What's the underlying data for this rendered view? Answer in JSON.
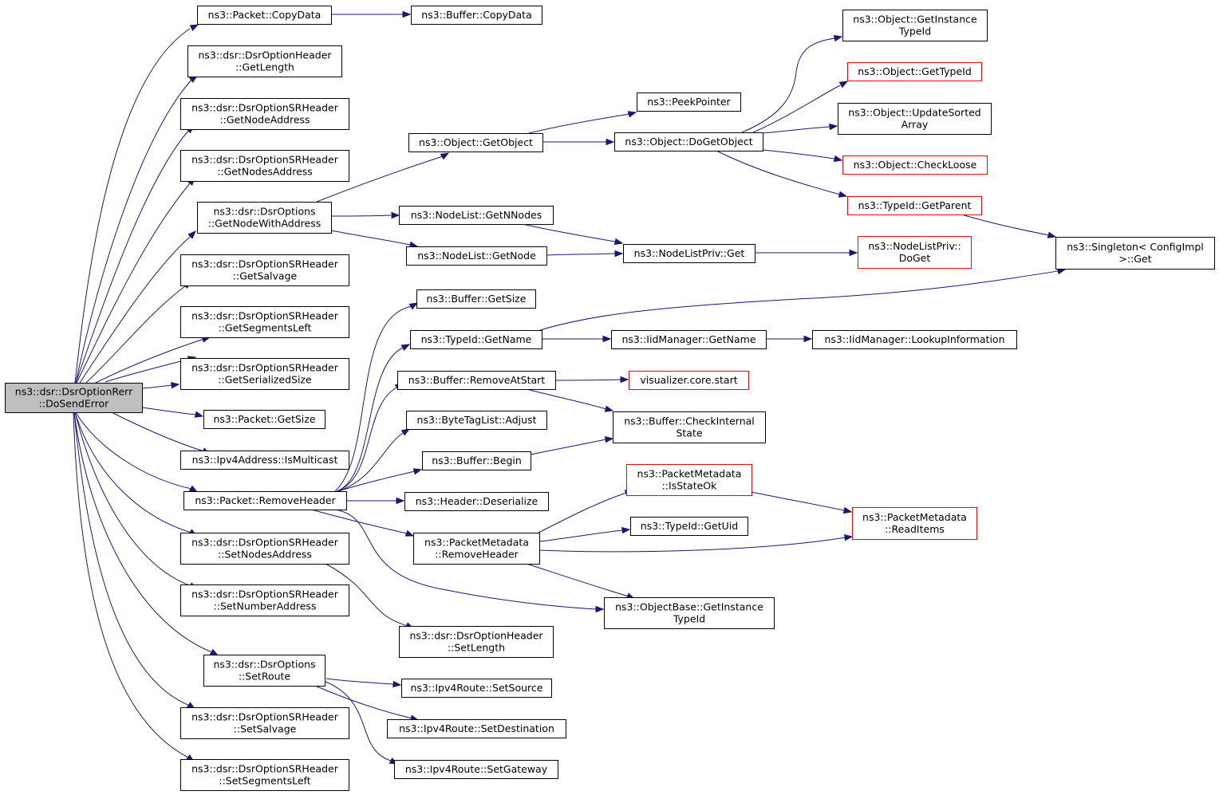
{
  "colors": {
    "edge": "#191970",
    "root_fill": "#bfbfbf",
    "node_border": "#000000",
    "truncated_border": "#ff0000"
  },
  "nodes": {
    "root": [
      "ns3::dsr::DsrOptionRerr",
      "::DoSendError"
    ],
    "copydata": [
      "ns3::Packet::CopyData"
    ],
    "hdr_getlength": [
      "ns3::dsr::DsrOptionHeader",
      "::GetLength"
    ],
    "getnodeaddress": [
      "ns3::dsr::DsrOptionSRHeader",
      "::GetNodeAddress"
    ],
    "getnodesaddress": [
      "ns3::dsr::DsrOptionSRHeader",
      "::GetNodesAddress"
    ],
    "getnodewithaddress": [
      "ns3::dsr::DsrOptions",
      "::GetNodeWithAddress"
    ],
    "getsalvage": [
      "ns3::dsr::DsrOptionSRHeader",
      "::GetSalvage"
    ],
    "getsegmentsleft": [
      "ns3::dsr::DsrOptionSRHeader",
      "::GetSegmentsLeft"
    ],
    "getserializedsize": [
      "ns3::dsr::DsrOptionSRHeader",
      "::GetSerializedSize"
    ],
    "packet_getsize": [
      "ns3::Packet::GetSize"
    ],
    "ismulticast": [
      "ns3::Ipv4Address::IsMulticast"
    ],
    "packet_removeheader": [
      "ns3::Packet::RemoveHeader"
    ],
    "setnodesaddress": [
      "ns3::dsr::DsrOptionSRHeader",
      "::SetNodesAddress"
    ],
    "setnumberaddress": [
      "ns3::dsr::DsrOptionSRHeader",
      "::SetNumberAddress"
    ],
    "setroute": [
      "ns3::dsr::DsrOptions",
      "::SetRoute"
    ],
    "setsalvage": [
      "ns3::dsr::DsrOptionSRHeader",
      "::SetSalvage"
    ],
    "setsegmentsleft": [
      "ns3::dsr::DsrOptionSRHeader",
      "::SetSegmentsLeft"
    ],
    "buffer_copydata": [
      "ns3::Buffer::CopyData"
    ],
    "object_getobject": [
      "ns3::Object::GetObject"
    ],
    "nodelist_getnnodes": [
      "ns3::NodeList::GetNNodes"
    ],
    "nodelist_getnode": [
      "ns3::NodeList::GetNode"
    ],
    "buffer_getsize": [
      "ns3::Buffer::GetSize"
    ],
    "typeid_getname": [
      "ns3::TypeId::GetName"
    ],
    "buffer_removeatstart": [
      "ns3::Buffer::RemoveAtStart"
    ],
    "bytetaglist_adjust": [
      "ns3::ByteTagList::Adjust"
    ],
    "buffer_begin": [
      "ns3::Buffer::Begin"
    ],
    "header_deserialize": [
      "ns3::Header::Deserialize"
    ],
    "pm_removeheader": [
      "ns3::PacketMetadata",
      "::RemoveHeader"
    ],
    "hdr_setlength": [
      "ns3::dsr::DsrOptionHeader",
      "::SetLength"
    ],
    "ipv4route_setsource": [
      "ns3::Ipv4Route::SetSource"
    ],
    "ipv4route_setdestination": [
      "ns3::Ipv4Route::SetDestination"
    ],
    "ipv4route_setgateway": [
      "ns3::Ipv4Route::SetGateway"
    ],
    "peekpointer": [
      "ns3::PeekPointer"
    ],
    "object_dogetobject": [
      "ns3::Object::DoGetObject"
    ],
    "nodelistpriv_get": [
      "ns3::NodeListPriv::Get"
    ],
    "iidmanager_getname": [
      "ns3::IidManager::GetName"
    ],
    "visualizer_start": [
      "visualizer.core.start"
    ],
    "buffer_checkinternalstate": [
      "ns3::Buffer::CheckInternal",
      "State"
    ],
    "pm_isstateok": [
      "ns3::PacketMetadata",
      "::IsStateOk"
    ],
    "typeid_getuid": [
      "ns3::TypeId::GetUid"
    ],
    "objectbase_getinstancetypeid": [
      "ns3::ObjectBase::GetInstance",
      "TypeId"
    ],
    "object_getinstancetypeid": [
      "ns3::Object::GetInstance",
      "TypeId"
    ],
    "object_gettypeid": [
      "ns3::Object::GetTypeId"
    ],
    "object_updatesortedarray": [
      "ns3::Object::UpdateSorted",
      "Array"
    ],
    "object_checkloose": [
      "ns3::Object::CheckLoose"
    ],
    "typeid_getparent": [
      "ns3::TypeId::GetParent"
    ],
    "nodelistpriv_doget": [
      "ns3::NodeListPriv::",
      "DoGet"
    ],
    "iidmanager_lookupinformation": [
      "ns3::IidManager::LookupInformation"
    ],
    "pm_readitems": [
      "ns3::PacketMetadata",
      "::ReadItems"
    ],
    "singleton_get": [
      "ns3::Singleton< ConfigImpl",
      " >::Get"
    ]
  }
}
